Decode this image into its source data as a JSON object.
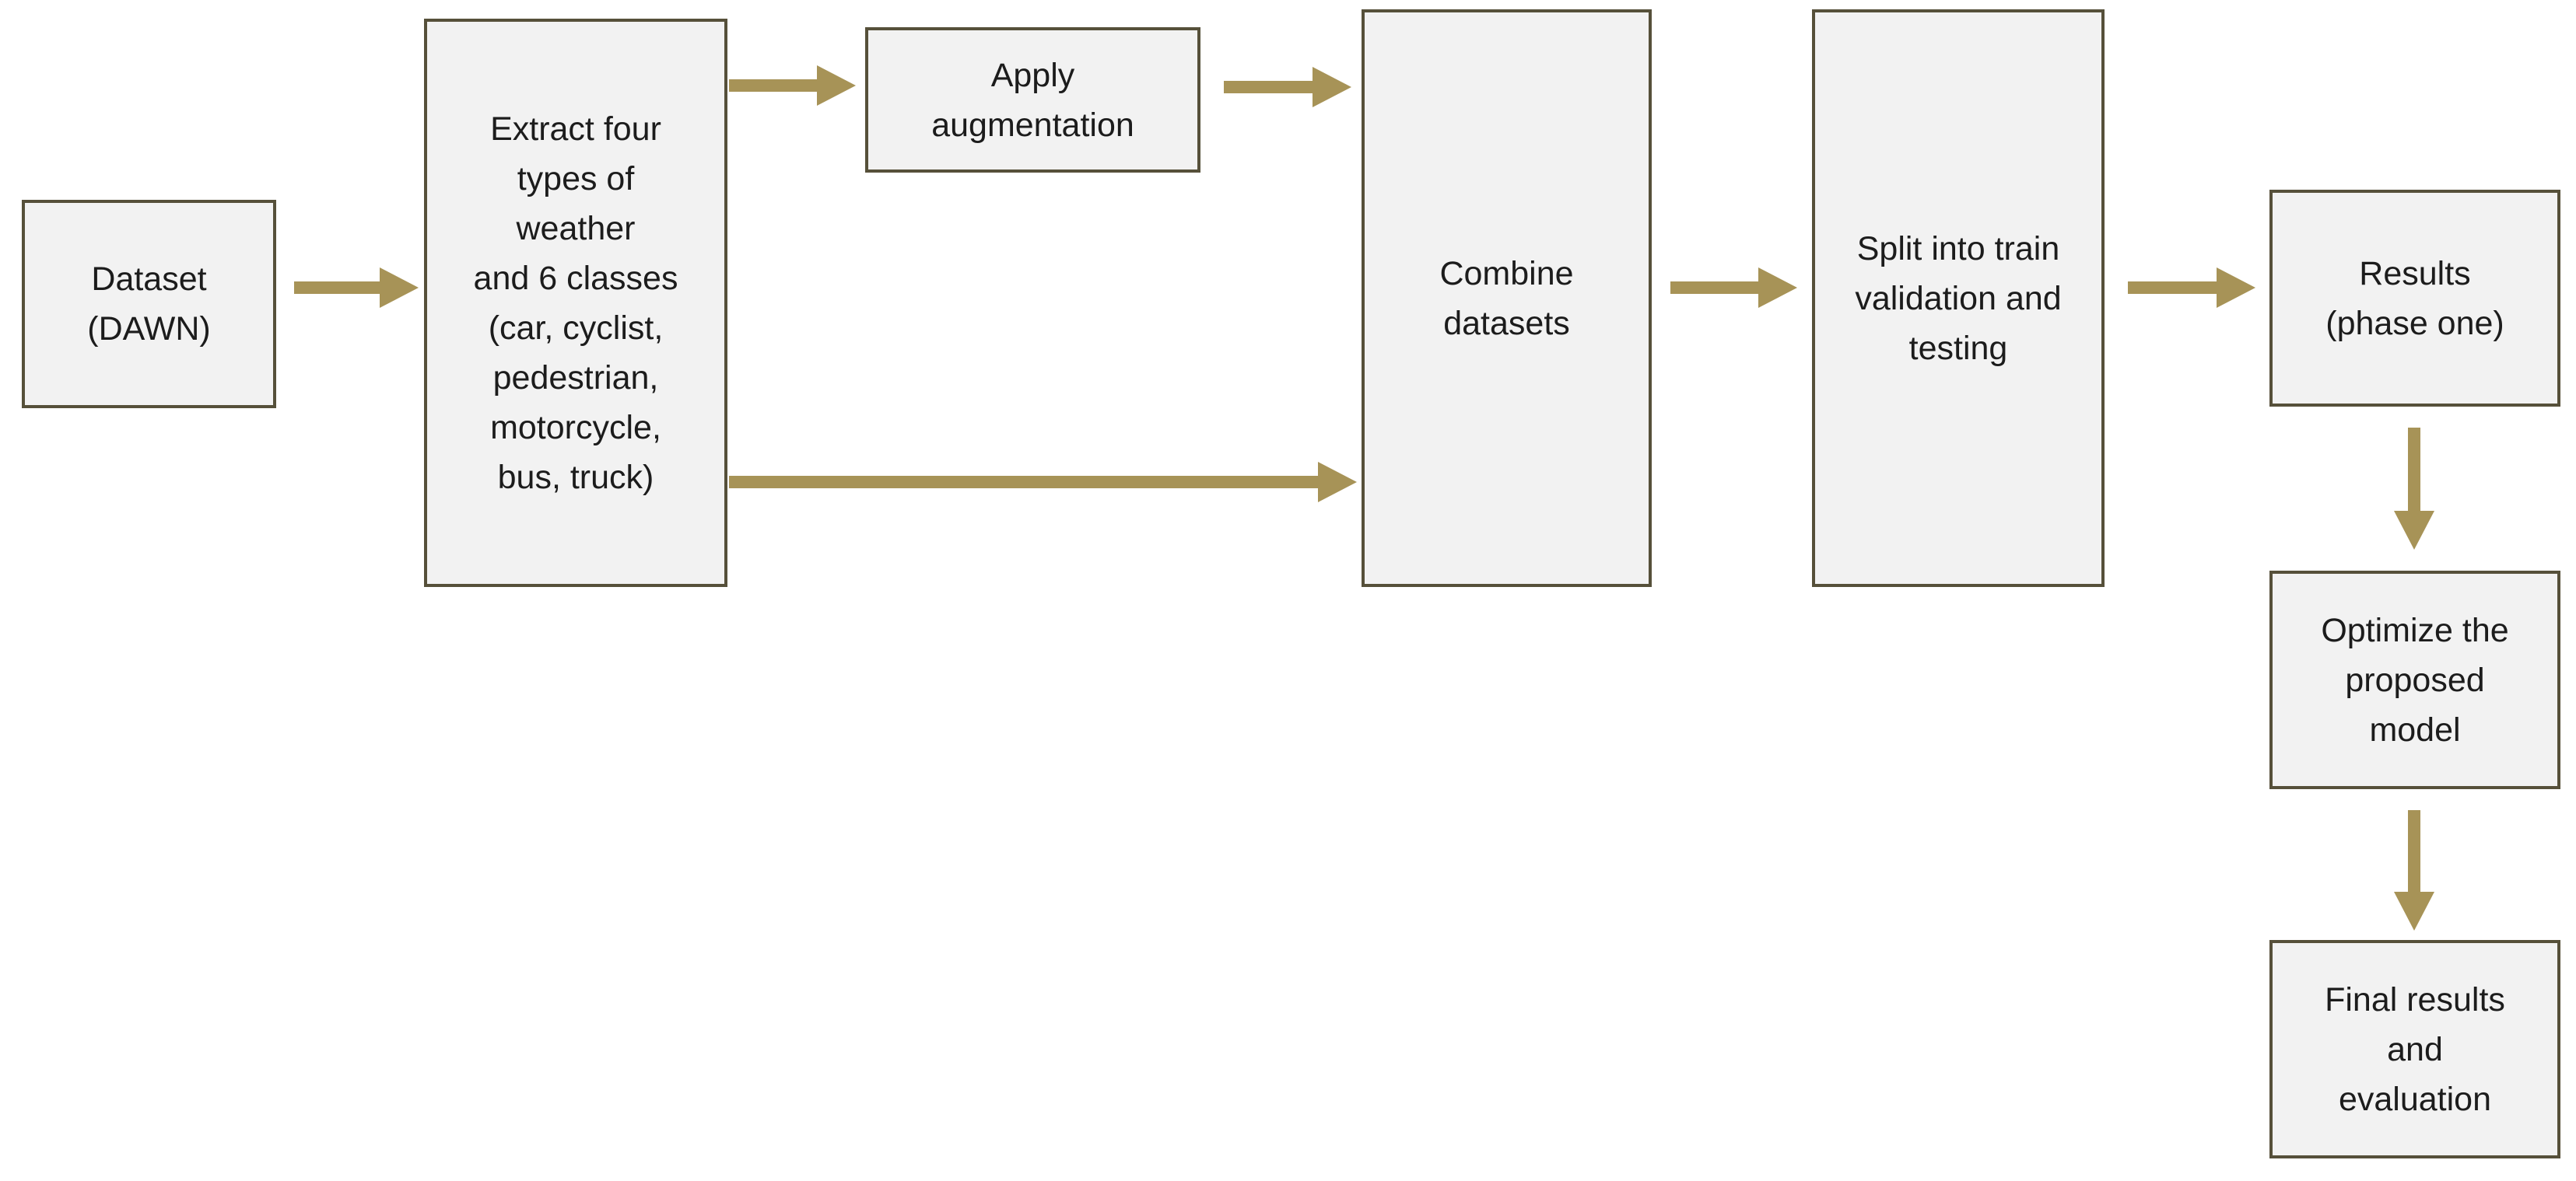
{
  "diagram": {
    "type": "flowchart",
    "colors": {
      "box_fill": "#f2f2f2",
      "box_border": "#56503a",
      "arrow": "#a79357",
      "text": "#1c1c1c",
      "background": "#ffffff"
    },
    "nodes": [
      {
        "id": "dataset",
        "label": "Dataset\n(DAWN)"
      },
      {
        "id": "extract",
        "label": "Extract four\ntypes of\nweather\nand 6 classes\n(car, cyclist,\npedestrian,\nmotorcycle,\nbus, truck)"
      },
      {
        "id": "augment",
        "label": "Apply\naugmentation"
      },
      {
        "id": "combine",
        "label": "Combine\ndatasets"
      },
      {
        "id": "split",
        "label": "Split into train\nvalidation and\ntesting"
      },
      {
        "id": "results",
        "label": "Results\n(phase one)"
      },
      {
        "id": "optimize",
        "label": "Optimize the\nproposed\nmodel"
      },
      {
        "id": "final",
        "label": "Final results\nand\nevaluation"
      }
    ],
    "edges": [
      {
        "from": "dataset",
        "to": "extract"
      },
      {
        "from": "extract",
        "to": "augment"
      },
      {
        "from": "augment",
        "to": "combine"
      },
      {
        "from": "extract",
        "to": "combine"
      },
      {
        "from": "combine",
        "to": "split"
      },
      {
        "from": "split",
        "to": "results"
      },
      {
        "from": "results",
        "to": "optimize"
      },
      {
        "from": "optimize",
        "to": "final"
      }
    ]
  }
}
